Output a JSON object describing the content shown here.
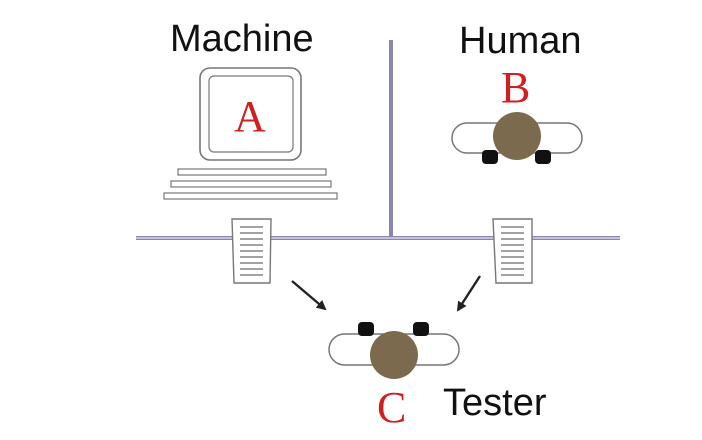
{
  "labels": {
    "machine": "Machine",
    "human": "Human",
    "tester": "Tester"
  },
  "letters": {
    "machine": "A",
    "human": "B",
    "tester": "C"
  },
  "colors": {
    "letter": "#d11f1f",
    "head": "#7b6a4d",
    "wall": "#8a86b3",
    "outline": "#777777",
    "ink": "#111111"
  },
  "icons": {
    "machine": "computer-terminal-icon",
    "human": "person-top-view-icon",
    "tester": "person-top-view-icon",
    "messages": "paper-message-icon",
    "arrows": "arrow-icon"
  }
}
